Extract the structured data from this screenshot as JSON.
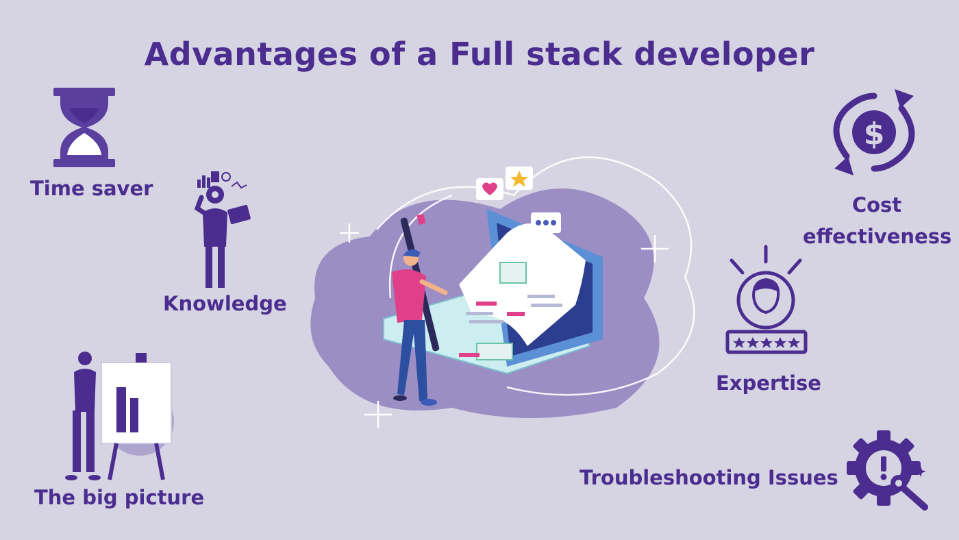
{
  "title": "Advantages of a Full stack developer",
  "items": {
    "time_saver": "Time saver",
    "knowledge": "Knowledge",
    "big_picture": "The big picture",
    "cost_line1": "Cost",
    "cost_line2": "effectiveness",
    "expertise": "Expertise",
    "troubleshooting": "Troubleshooting Issues"
  },
  "colors": {
    "background": "#d6d3e2",
    "primary": "#4a2d8f",
    "blob": "#9b8ec4",
    "accent_pink": "#e0408a"
  }
}
